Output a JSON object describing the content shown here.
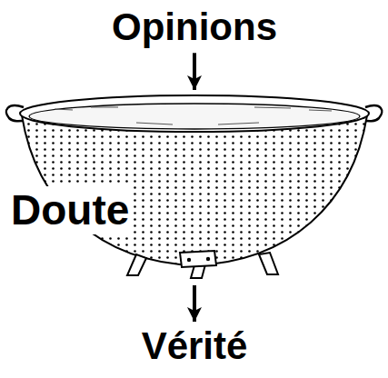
{
  "diagram": {
    "nodes": [
      {
        "text": [
          "Opinions"
        ]
      },
      {
        "text": [
          "Doute"
        ]
      },
      {
        "text": [
          "Vérité"
        ]
      }
    ],
    "edges": [
      {
        "from": 0,
        "to": 1,
        "arrow": "to"
      },
      {
        "from": 1,
        "to": 2,
        "arrow": "to"
      }
    ]
  }
}
